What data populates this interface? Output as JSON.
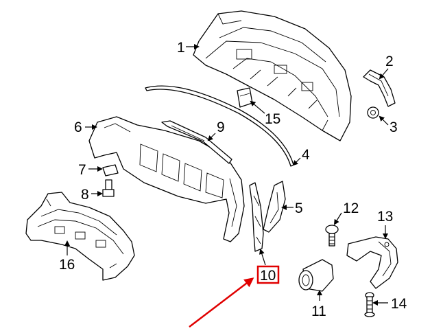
{
  "callouts": {
    "c1": "1",
    "c2": "2",
    "c3": "3",
    "c4": "4",
    "c5": "5",
    "c6": "6",
    "c7": "7",
    "c8": "8",
    "c9": "9",
    "c10": "10",
    "c11": "11",
    "c12": "12",
    "c13": "13",
    "c14": "14",
    "c15": "15",
    "c16": "16"
  },
  "highlight": {
    "callout": "10",
    "box_color": "#e00000",
    "arrow_color": "#e00000"
  }
}
